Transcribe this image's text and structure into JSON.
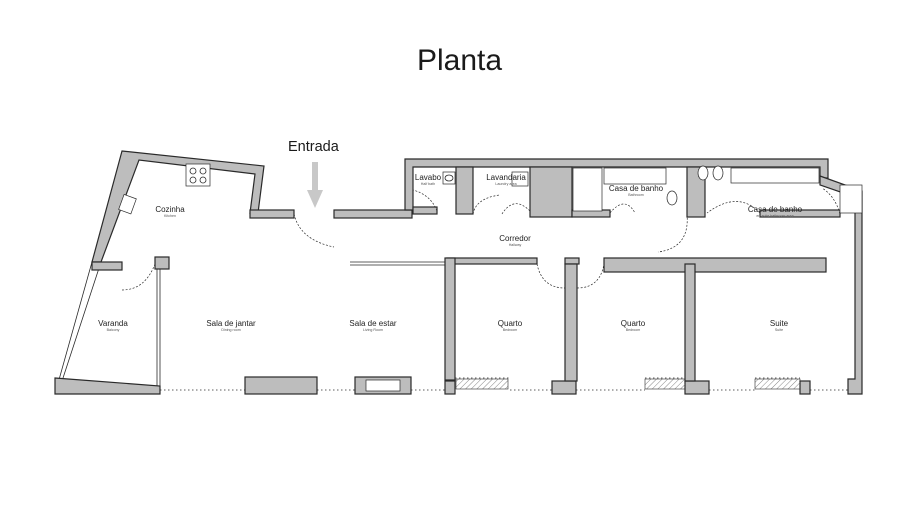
{
  "title": "Planta",
  "entrance": "Entrada",
  "rooms": {
    "kitchen": {
      "name": "Cozinha",
      "sub": "Kitchen"
    },
    "toilet": {
      "name": "Lavabo",
      "sub": "Half bath"
    },
    "laundry": {
      "name": "Lavandaria",
      "sub": "Laundry area"
    },
    "bathroom": {
      "name": "Casa de banho",
      "sub": "Bathroom"
    },
    "ensuite_bath": {
      "name": "Casa de banho",
      "sub": "en-suite bathroom area"
    },
    "hallway": {
      "name": "Corredor",
      "sub": "Hallway"
    },
    "balcony": {
      "name": "Varanda",
      "sub": "Balcony"
    },
    "dining": {
      "name": "Sala de jantar",
      "sub": "Dining room"
    },
    "living": {
      "name": "Sala de estar",
      "sub": "Living Room"
    },
    "bedroom1": {
      "name": "Quarto",
      "sub": "Bedroom"
    },
    "bedroom2": {
      "name": "Quarto",
      "sub": "Bedroom"
    },
    "suite": {
      "name": "Suite",
      "sub": "Suite"
    }
  },
  "colors": {
    "wall": "#bdbdbd",
    "line": "#2a2a2a",
    "background": "#ffffff"
  }
}
